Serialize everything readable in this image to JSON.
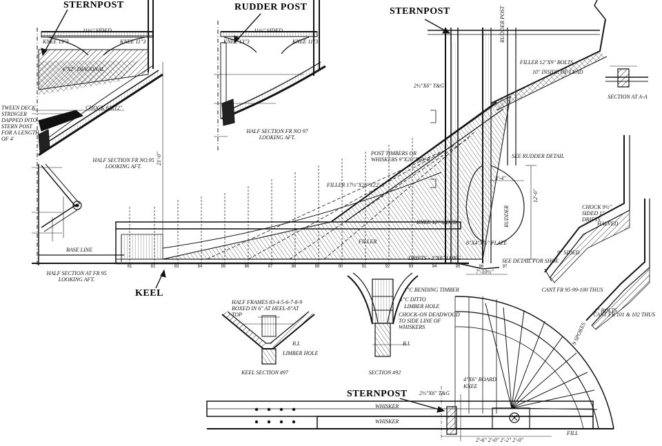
{
  "callouts": {
    "sternpost_top_left": "STERNPOST",
    "rudder_post": "RUDDER POST",
    "sternpost_top_center": "STERNPOST",
    "keel": "KEEL",
    "sternpost_bottom": "STERNPOST"
  },
  "captions": {
    "half_section_fr95_upper": "HALF SECTION FR NO.95\nLOOKING AFT.",
    "half_section_fr97": "HALF SECTION FR NO 97\nLOOKING AFT.",
    "half_section_fr95_lower": "HALF SECTION AT FR 95\nLOOKING AFT.",
    "section_aa": "SECTION AT A-A",
    "cant_fr_95_99_100": "CANT FR 95-99-100 THUS",
    "cant_fr_101_102": "CANT FR 101 & 102 THUS",
    "keel_section_97": "KEEL SECTION #97",
    "section_92": "SECTION #92"
  },
  "labels": {
    "sided_11_5_a": "11½\" SIDED",
    "sided_11_5_b": "11½\" SIDED",
    "knee_a": "KNEE 13\"3",
    "knee_b": "KNEE 11\"3",
    "knee_c": "KNEE 13\"3",
    "knee_d": "KNEE 11\"3",
    "diagonal": "4\"X2\" DIAGONAL",
    "chock": "CHOCK 6\"X12\"",
    "tween_deck": "TWEEN DECK STRINGER DAPPED INTO STERN POST FOR A LENGTH OF 4'",
    "base_line": "BASE LINE",
    "filler_top": "FILLER 12\"X9\" BOLTS",
    "inside_lead": "10\" INSIDE OF LEAD",
    "rudder_post_lbl": "RUDDER POST",
    "post_timbers": "POST TIMBERS OR WHISKERS 9\"X20\"X60'-0",
    "rudder_detail": "SEE RUDDER DETAIL",
    "filler_mid": "FILLER 17½\"X26\"X22'-0",
    "knee_sided": "KNEE 12\" SIDED",
    "filler_low": "FILLER",
    "plate": "6\"X4\"X½\" PLATE",
    "rudder_vert": "RUDDER",
    "shoe_detail": "SEE DETAIL FOR SHOE",
    "drifts_rough": "DRIFTS - 2\"X6\" LONG",
    "tg_top": "2½\"X6\" T&G",
    "chock_sided": "CHOCK 9½\" SIDED 1\" DRIFTS",
    "halved": "HALVED",
    "sided_9": "9\" SIDED",
    "bolts": "1\" BOLTS",
    "ditto": "1\"C DITTO",
    "limber_hole_a": "LIMBER HOLE",
    "chock_deadwood": "CHOCK-ON DEADWOOD TO SIDE LINE OF WHISKERS",
    "bending_timber": "1\"C BENDING TIMBER",
    "half_frames": "HALF FRAMES 83-4-5-6-7-8-9 BOXED IN 6\" AT HEEL-8\"AT TOP",
    "limber_hole_b": "LIMBER HOLE",
    "bl_a": "B.L",
    "bl_b": "B.L",
    "whisker_a": "WHISKER",
    "whisker_b": "WHISKER",
    "tg_bottom": "2½\"X6\" T&G",
    "knee_bottom": "KNEE",
    "board_bottom": "4\"X6\" BOARD",
    "spokes": "9 SPOKES",
    "fill": "FILL",
    "dim_7_10": "7'-10½\"",
    "dim_3_4": "3'-4\"",
    "dim_12_0": "12'-0\"",
    "dim_21_0": "21'-0\"",
    "dim_bottom": "2'-6\"  2'-0\"  2'-2\"  2'-0\""
  },
  "frame_numbers": [
    "81",
    "82",
    "83",
    "84",
    "85",
    "86",
    "87",
    "88",
    "89",
    "90",
    "91",
    "92",
    "93",
    "94",
    "95",
    "96",
    "97"
  ]
}
